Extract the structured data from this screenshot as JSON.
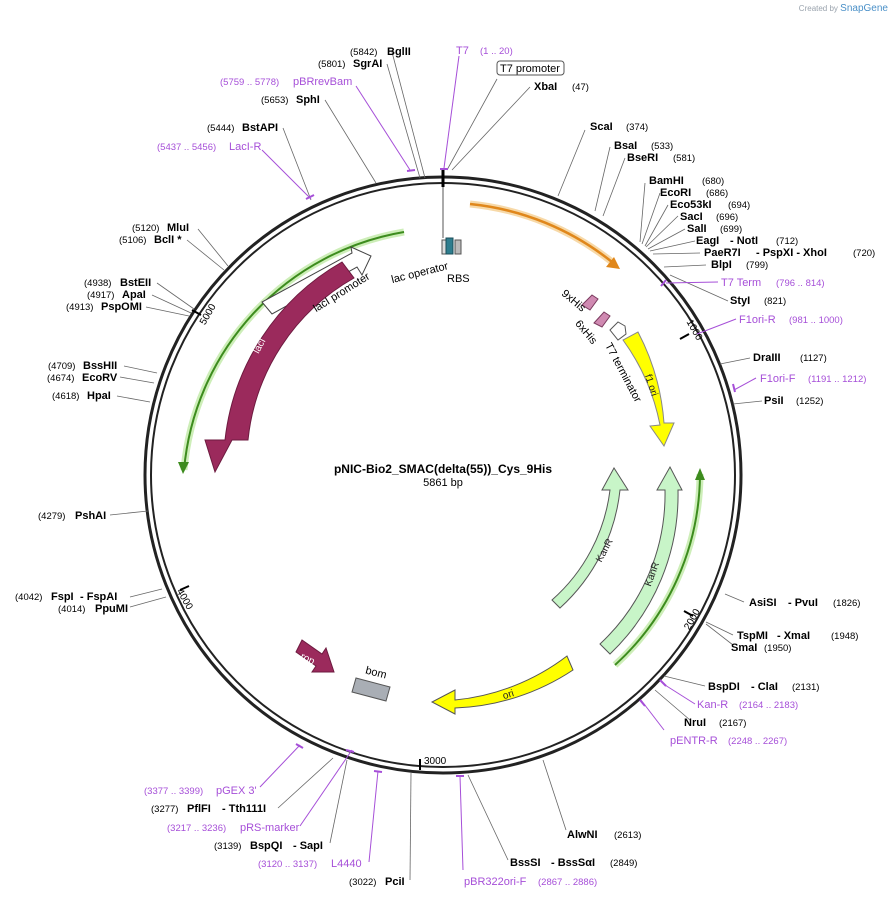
{
  "logo": {
    "created_by": "Created by",
    "brand": "SnapGene"
  },
  "plasmid": {
    "name": "pNIC-Bio2_SMAC(delta(55))_Cys_9His",
    "length_label": "5861 bp"
  },
  "ticks": [
    "1000",
    "2000",
    "3000",
    "4000",
    "5000"
  ],
  "features": {
    "lacI": "lacI",
    "lacI_promoter": "lacI promoter",
    "lac_operator": "lac operator",
    "RBS": "RBS",
    "his9": "9xHis",
    "his6": "6xHis",
    "t7_terminator": "T7 terminator",
    "f1ori": "f1 ori",
    "kanR_a": "KanR",
    "kanR_b": "KanR",
    "ori": "ori",
    "rop": "rop",
    "bom": "bom",
    "t7_promoter": "T7 promoter"
  },
  "sites": [
    {
      "name": "BglII",
      "pos": "(5842)"
    },
    {
      "name": "SgrAI",
      "pos": "(5801)"
    },
    {
      "name": "SphI",
      "pos": "(5653)"
    },
    {
      "name": "BstAPI",
      "pos": "(5444)"
    },
    {
      "name": "MluI",
      "pos": "(5120)"
    },
    {
      "name": "BclI *",
      "pos": "(5106)"
    },
    {
      "name": "BstEII",
      "pos": "(4938)"
    },
    {
      "name": "ApaI",
      "pos": "(4917)"
    },
    {
      "name": "PspOMI",
      "pos": "(4913)"
    },
    {
      "name": "BssHII",
      "pos": "(4709)"
    },
    {
      "name": "EcoRV",
      "pos": "(4674)"
    },
    {
      "name": "HpaI",
      "pos": "(4618)"
    },
    {
      "name": "PshAI",
      "pos": "(4279)"
    },
    {
      "name": "FspI",
      "pos": "(4042)",
      "extra": "- FspAI"
    },
    {
      "name": "PpuMI",
      "pos": "(4014)"
    },
    {
      "name": "PflFI",
      "pos": "(3277)",
      "extra": "- Tth111I"
    },
    {
      "name": "BspQI",
      "pos": "(3139)",
      "extra": "- SapI"
    },
    {
      "name": "PciI",
      "pos": "(3022)"
    },
    {
      "name": "XbaI",
      "pos": "(47)"
    },
    {
      "name": "ScaI",
      "pos": "(374)"
    },
    {
      "name": "BsaI",
      "pos": "(533)"
    },
    {
      "name": "BseRI",
      "pos": "(581)"
    },
    {
      "name": "BamHI",
      "pos": "(680)"
    },
    {
      "name": "EcoRI",
      "pos": "(686)"
    },
    {
      "name": "Eco53kI",
      "pos": "(694)"
    },
    {
      "name": "SacI",
      "pos": "(696)"
    },
    {
      "name": "SalI",
      "pos": "(699)"
    },
    {
      "name": "EagI",
      "pos": "(712)",
      "extra": "- NotI"
    },
    {
      "name": "PaeR7I",
      "pos": "(720)",
      "extra": "- PspXI - XhoI"
    },
    {
      "name": "BlpI",
      "pos": "(799)"
    },
    {
      "name": "StyI",
      "pos": "(821)"
    },
    {
      "name": "DraIII",
      "pos": "(1127)"
    },
    {
      "name": "PsiI",
      "pos": "(1252)"
    },
    {
      "name": "AsiSI",
      "pos": "(1826)",
      "extra": "- PvuI"
    },
    {
      "name": "TspMI",
      "pos": "(1948)",
      "extra": "- XmaI"
    },
    {
      "name": "SmaI",
      "pos": "(1950)"
    },
    {
      "name": "BspDI",
      "pos": "(2131)",
      "extra": "- ClaI"
    },
    {
      "name": "NruI",
      "pos": "(2167)"
    },
    {
      "name": "AlwNI",
      "pos": "(2613)"
    },
    {
      "name": "BssSI",
      "pos": "(2849)",
      "extra": "- BssSαI"
    }
  ],
  "primers": [
    {
      "name": "T7",
      "pos": "(1 .. 20)"
    },
    {
      "name": "pBRrevBam",
      "pos": "(5759 .. 5778)"
    },
    {
      "name": "LacI-R",
      "pos": "(5437 .. 5456)"
    },
    {
      "name": "T7 Term",
      "pos": "(796 .. 814)"
    },
    {
      "name": "F1ori-R",
      "pos": "(981 .. 1000)"
    },
    {
      "name": "F1ori-F",
      "pos": "(1191 .. 1212)"
    },
    {
      "name": "Kan-R",
      "pos": "(2164 .. 2183)"
    },
    {
      "name": "pENTR-R",
      "pos": "(2248 .. 2267)"
    },
    {
      "name": "pBR322ori-F",
      "pos": "(2867 .. 2886)"
    },
    {
      "name": "L4440",
      "pos": "(3120 .. 3137)"
    },
    {
      "name": "pRS-marker",
      "pos": "(3217 .. 3236)"
    },
    {
      "name": "pGEX 3'",
      "pos": "(3377 .. 3399)"
    }
  ]
}
